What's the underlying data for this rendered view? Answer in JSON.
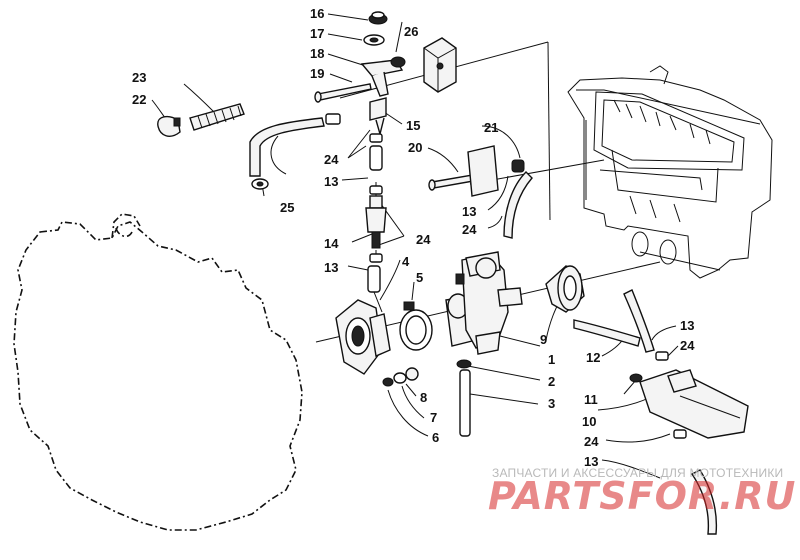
{
  "diagram": {
    "labels": {
      "c1": "1",
      "c2": "2",
      "c3": "3",
      "c4": "4",
      "c5": "5",
      "c6": "6",
      "c7": "7",
      "c8": "8",
      "c9": "9",
      "c10": "10",
      "c11": "11",
      "c12a": "12",
      "c13a": "13",
      "c13b": "13",
      "c13c": "13",
      "c13d": "13",
      "c13e": "13",
      "c14": "14",
      "c15": "15",
      "c16": "16",
      "c17": "17",
      "c18": "18",
      "c19": "19",
      "c20": "20",
      "c21": "21",
      "c22": "22",
      "c23": "23",
      "c24a": "24",
      "c24b": "24",
      "c24c": "24",
      "c24d": "24",
      "c24e": "24",
      "c25": "25",
      "c26": "26"
    }
  },
  "watermark": {
    "caption": "ЗАПЧАСТИ И АКСЕССУАРЫ ДЛЯ МОТОТЕХНИКИ",
    "logo": "PARTSFOR.RU",
    "color": "#d62828"
  }
}
